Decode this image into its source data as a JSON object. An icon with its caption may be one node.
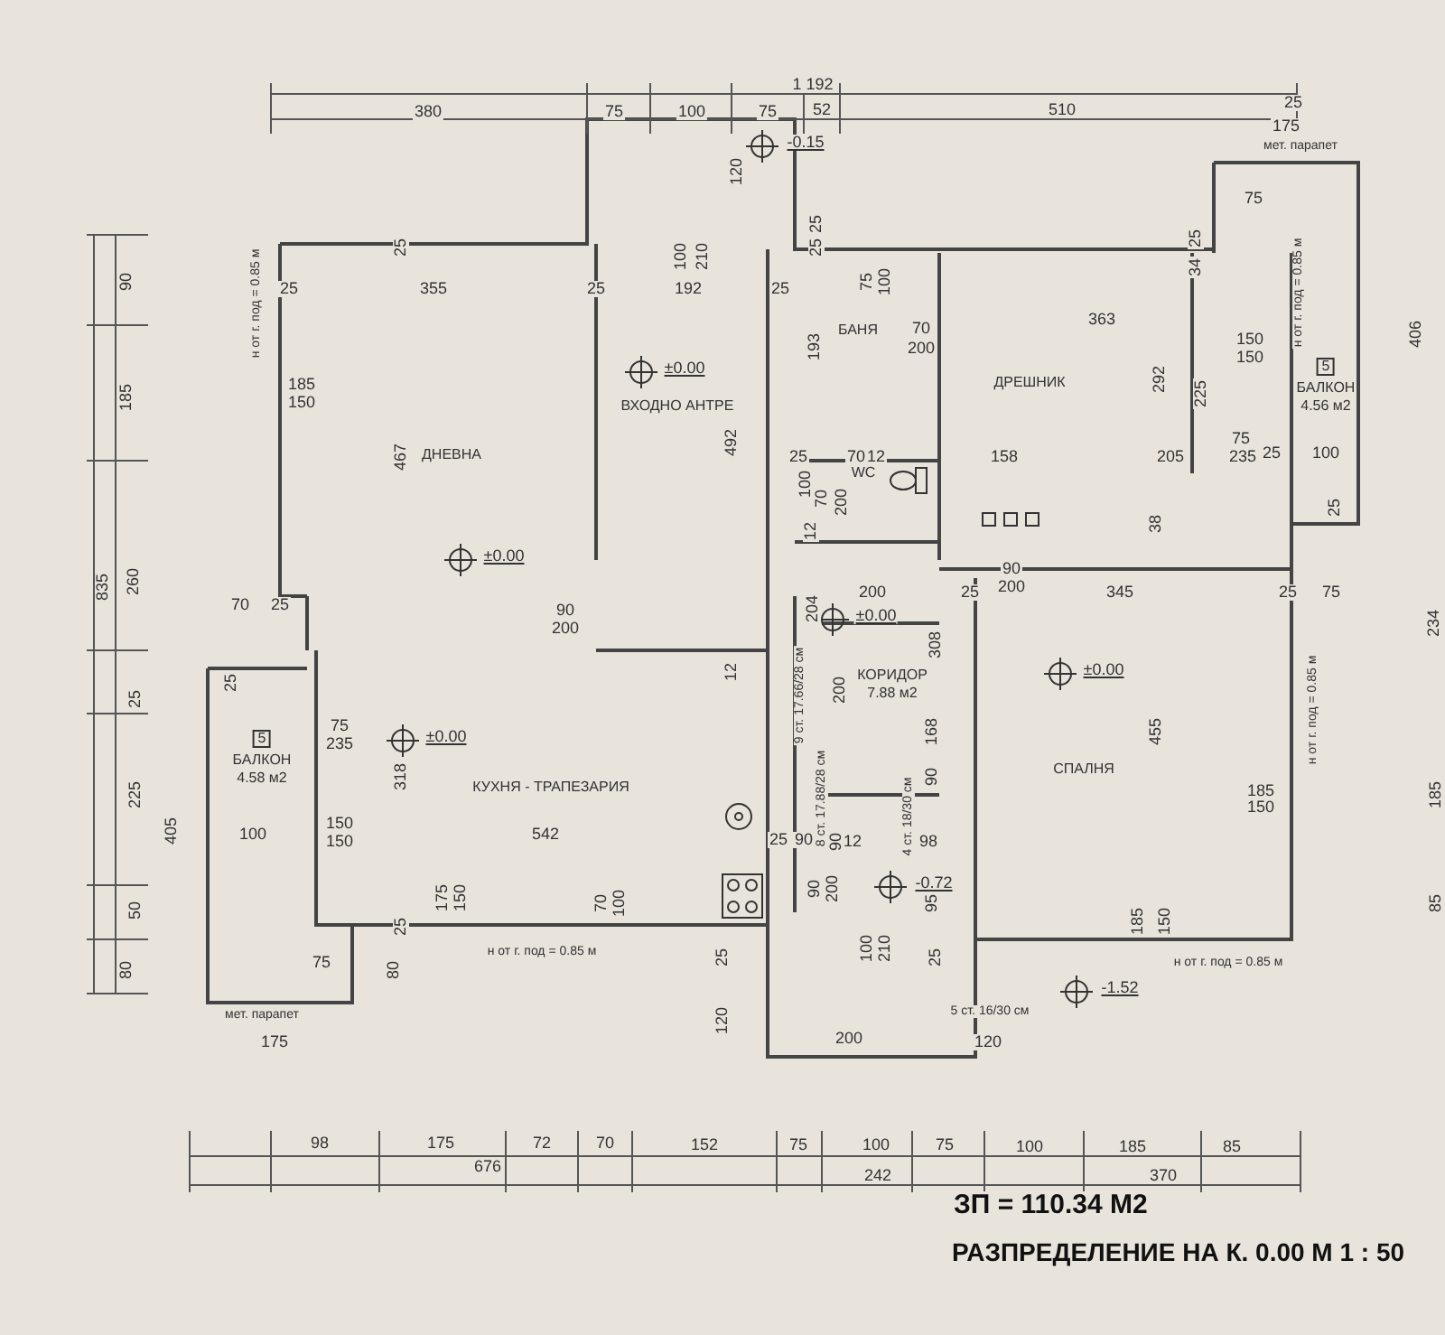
{
  "diagram": {
    "title": "РАЗПРЕДЕЛЕНИЕ НА К. 0.00  М 1 : 50",
    "nodes": [
      {
        "text": [
          "ДНЕВНА"
        ]
      },
      {
        "text": [
          "ВХОДНО АНТРЕ"
        ]
      },
      {
        "text": [
          "БАНЯ"
        ]
      },
      {
        "text": [
          "ДРЕШНИК"
        ]
      },
      {
        "text": [
          "WC"
        ]
      },
      {
        "text": [
          "КУХНЯ - ТРАПЕЗАРИЯ"
        ]
      },
      {
        "text": [
          "КОРИДОР",
          "7.88 м2"
        ]
      },
      {
        "text": [
          "СПАЛНЯ"
        ]
      },
      {
        "text": [
          "5",
          "БАЛКОН",
          "4.58 м2"
        ]
      },
      {
        "text": [
          "5",
          "БАЛКОН",
          "4.56 м2"
        ]
      }
    ],
    "labels": [
      "1 192",
      "380",
      "75",
      "100",
      "75",
      "52",
      "510",
      "25",
      "175",
      "-0.15",
      "мет. парапет",
      "120",
      "75",
      "25",
      "100",
      "210",
      "25",
      "25",
      "25",
      "90",
      "25",
      "355",
      "25",
      "192",
      "25",
      "75",
      "100",
      "34",
      "н от г. под = 0.85 м",
      "н от г. под = 0.85 м",
      "363",
      "70",
      "200",
      "193",
      "150",
      "150",
      "±0.00",
      "185",
      "150",
      "185",
      "406",
      "292",
      "225",
      "467",
      "492",
      "75",
      "25",
      "70",
      "12",
      "158",
      "205",
      "235",
      "25",
      "100",
      "25",
      "100",
      "70",
      "200",
      "12",
      "38",
      "±0.00",
      "90",
      "200",
      "90",
      "200",
      "200",
      "25",
      "345",
      "25",
      "75",
      "835",
      "260",
      "70",
      "25",
      "234",
      "204",
      "±0.00",
      "12",
      "308",
      "±0.00",
      "9 ст. 17.66/28 см",
      "200",
      "168",
      "25",
      "25",
      "75",
      "235",
      "±0.00",
      "н от г. под = 0.85 м",
      "455",
      "318",
      "225",
      "185",
      "150",
      "185",
      "8 ст. 17.88/28 см",
      "4 ст. 18/30 см",
      "90",
      "405",
      "100",
      "150",
      "150",
      "542",
      "25",
      "90",
      "90",
      "12",
      "98",
      "90",
      "200",
      "-0.72",
      "50",
      "175",
      "150",
      "70",
      "100",
      "95",
      "85",
      "185",
      "150",
      "25",
      "80",
      "75",
      "80",
      "н от г. под = 0.85 м",
      "25",
      "100",
      "210",
      "25",
      "н от г. под = 0.85 м",
      "-1.52",
      "5 ст. 16/30 см",
      "мет. парапет",
      "175",
      "120",
      "200",
      "120",
      "98",
      "175",
      "72",
      "70",
      "152",
      "75",
      "100",
      "75",
      "100",
      "185",
      "85",
      "676",
      "242",
      "370",
      "ЗП = 110.34 М2"
    ]
  }
}
